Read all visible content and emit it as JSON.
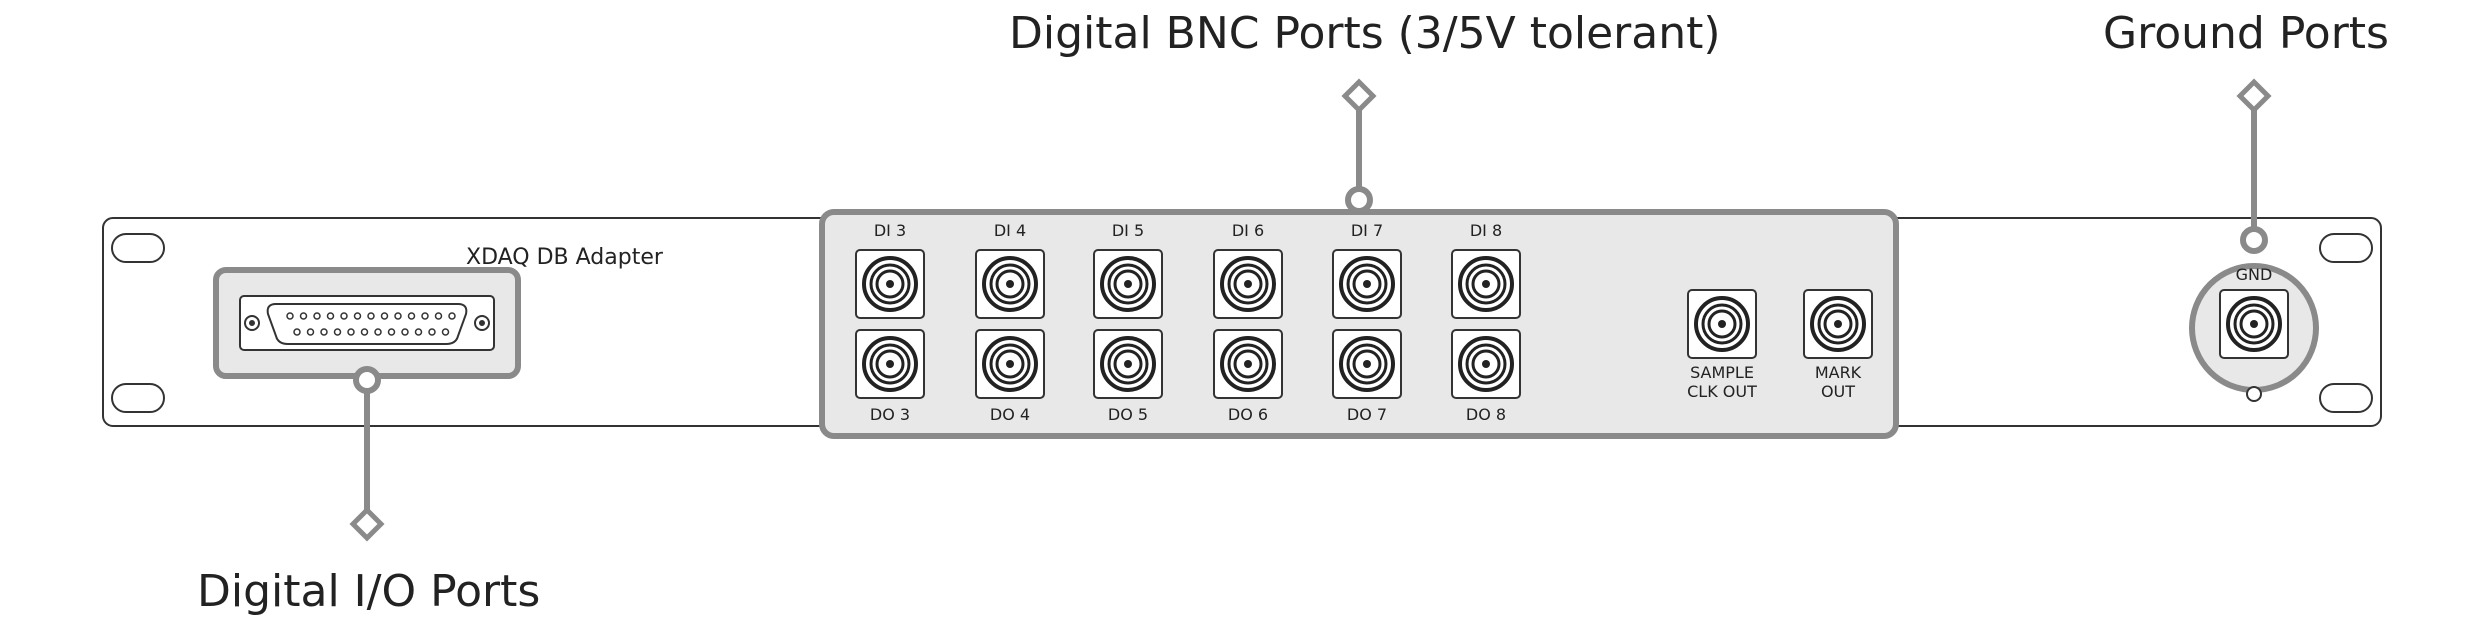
{
  "callouts": {
    "digital_bnc": "Digital BNC Ports (3/5V tolerant)",
    "ground": "Ground Ports",
    "digital_io": "Digital I/O Ports"
  },
  "panel": {
    "device_label": "XDAQ DB Adapter",
    "di_labels": [
      "DI 3",
      "DI 4",
      "DI 5",
      "DI 6",
      "DI 7",
      "DI 8"
    ],
    "do_labels": [
      "DO 3",
      "DO 4",
      "DO 5",
      "DO 6",
      "DO 7",
      "DO 8"
    ],
    "sample_clk_line1": "SAMPLE",
    "sample_clk_line2": "CLK OUT",
    "mark_line1": "MARK",
    "mark_line2": "OUT",
    "gnd_label": "GND"
  },
  "colors": {
    "highlight_stroke": "#8a8a8a",
    "highlight_fill": "#e8e8e8",
    "outline": "#222222"
  }
}
